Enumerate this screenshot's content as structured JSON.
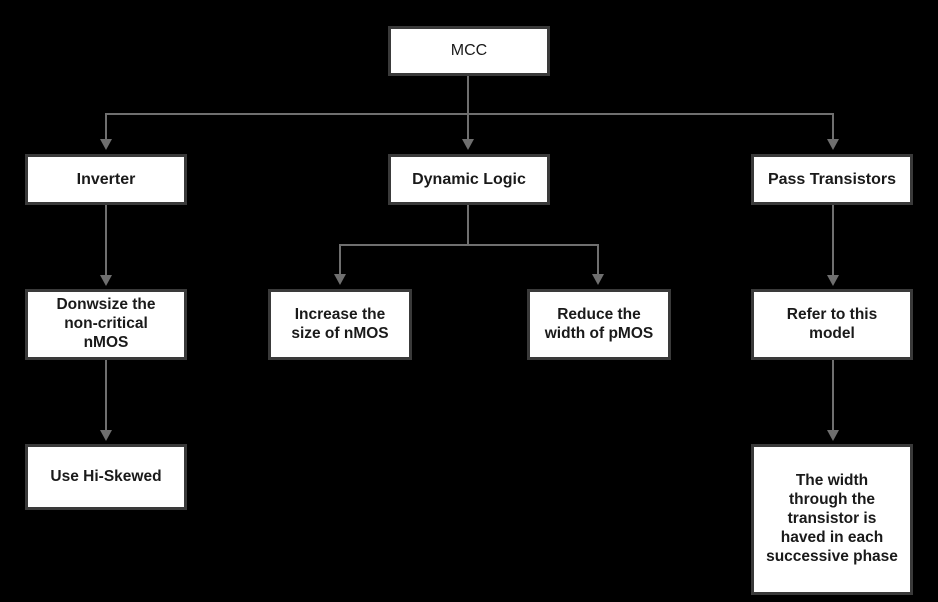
{
  "diagram": {
    "title": "MCC transistor sizing technique tree",
    "background_color": "#000000",
    "node_fill": "#ffffff",
    "node_border_color": "#3a3a3a",
    "connector_color": "#6f6f6f",
    "text_color": "#1a1a1a"
  },
  "nodes": {
    "root": {
      "label": "MCC"
    },
    "level2": [
      {
        "label": "Inverter"
      },
      {
        "label": "Dynamic Logic"
      },
      {
        "label": "Pass Transistors"
      }
    ],
    "level3": [
      {
        "label": "Donwsize the\nnon-critical\nnMOS"
      },
      {
        "label": "Increase the\nsize of nMOS"
      },
      {
        "label": "Reduce the\nwidth of pMOS"
      },
      {
        "label": "Refer to this\nmodel"
      }
    ],
    "level4": [
      {
        "label": "Use Hi-Skewed"
      },
      {
        "label": "The width\nthrough the\ntransistor is\nhaved in each\nsuccessive phase"
      }
    ]
  }
}
